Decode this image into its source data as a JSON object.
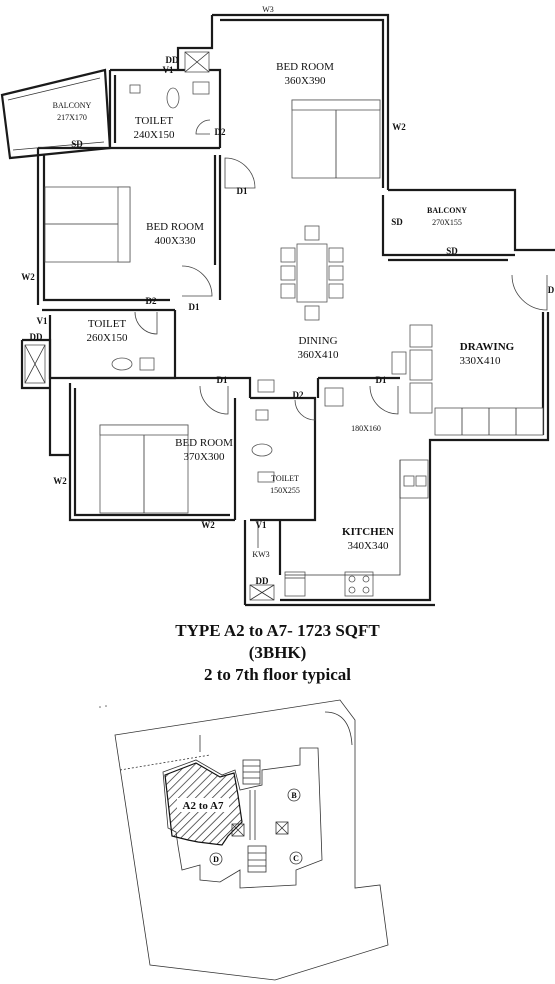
{
  "plan": {
    "rooms": {
      "bedroom1": {
        "name": "BED ROOM",
        "size": "360X390"
      },
      "bedroom2": {
        "name": "BED ROOM",
        "size": "400X330"
      },
      "bedroom3": {
        "name": "BED ROOM",
        "size": "370X300"
      },
      "toilet1": {
        "name": "TOILET",
        "size": "240X150"
      },
      "toilet2": {
        "name": "TOILET",
        "size": "260X150"
      },
      "toilet3": {
        "name": "TOILET",
        "size": "150X255"
      },
      "balcony1": {
        "name": "BALCONY",
        "size": "217X170"
      },
      "balcony2": {
        "name": "BALCONY",
        "size": "270X155"
      },
      "dining": {
        "name": "DINING",
        "size": "360X410"
      },
      "drawing": {
        "name": "DRAWING",
        "size": "330X410"
      },
      "kitchen": {
        "name": "KITCHEN",
        "size": "340X340"
      },
      "utility": {
        "size": "180X160"
      }
    },
    "tags": {
      "w3": "W3",
      "w2": "W2",
      "dd": "DD",
      "v1": "V1",
      "d1": "D1",
      "d2": "D2",
      "sd": "SD",
      "kw3": "KW3",
      "d_edge": "D"
    }
  },
  "caption": {
    "line1": "TYPE A2 to A7- 1723 SQFT",
    "line2": "(3BHK)",
    "line3": "2 to 7th floor typical"
  },
  "keyplan": {
    "highlight": "A2 to A7",
    "blocks": [
      "B",
      "C",
      "D"
    ]
  }
}
